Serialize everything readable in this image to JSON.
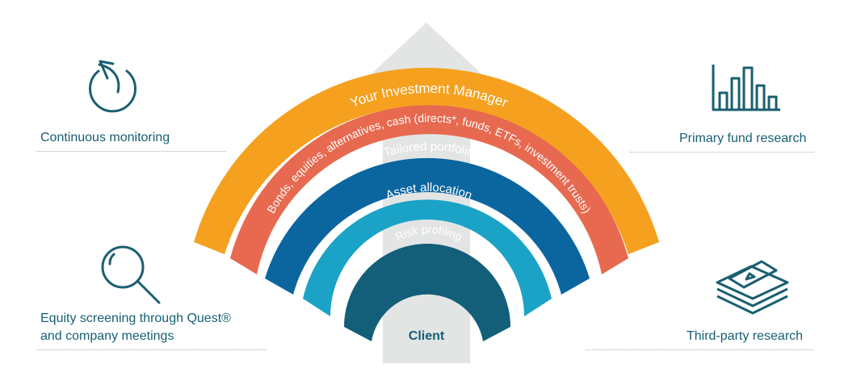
{
  "diagram": {
    "arcs": [
      {
        "label": "Your Investment Manager",
        "color": "#f5a11f"
      },
      {
        "label": "Bonds, equities, alternatives, cash (directs*, funds, ETFs, investment trusts)",
        "color": "#e76a50"
      },
      {
        "label": "Tailored portfolio",
        "color": "#0b66a0"
      },
      {
        "label": "Asset allocation",
        "color": "#1aa3c7"
      },
      {
        "label": "Risk profiling",
        "color": "#135e79"
      }
    ],
    "center_label": "Client",
    "arrow_color": "#e3e5e5"
  },
  "features": {
    "top_left": {
      "label": "Continuous monitoring",
      "icon": "refresh-arrow-icon"
    },
    "top_right": {
      "label": "Primary fund research",
      "icon": "bar-chart-icon"
    },
    "bottom_left": {
      "label_line1": "Equity screening through Quest®",
      "label_line2": "and company meetings",
      "icon": "magnifier-icon"
    },
    "bottom_right": {
      "label": "Third-party research",
      "icon": "document-stack-icon"
    }
  },
  "colors": {
    "text": "#165f73",
    "icon": "#1a5f70",
    "divider": "#9fb3b9"
  }
}
